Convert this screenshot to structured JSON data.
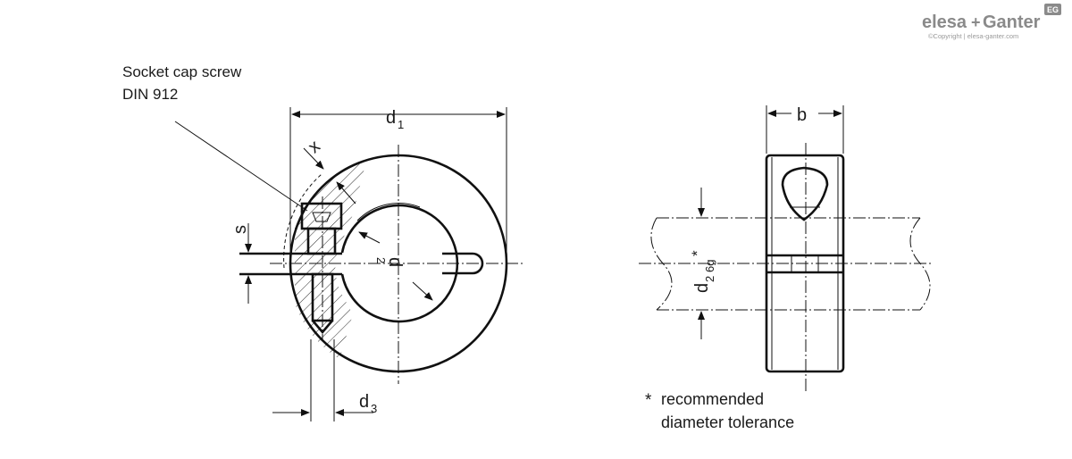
{
  "logo": {
    "brand_left": "elesa",
    "brand_plus": "+",
    "brand_right": "Ganter",
    "badge": "EG",
    "copyright": "©Copyright | elesa-ganter.com"
  },
  "labels": {
    "screw_line1": "Socket cap screw",
    "screw_line2": "DIN 912",
    "d1": "d",
    "d1_sub": "1",
    "x": "x",
    "s": "s",
    "d2": "d",
    "d2_sub": "2",
    "d3": "d",
    "d3_sub": "3",
    "b": "b",
    "side_d": "d",
    "side_sub": "2",
    "side_tol": "6g",
    "side_star": "*",
    "note_star": "*",
    "note_line1": "recommended",
    "note_line2": "diameter tolerance"
  }
}
